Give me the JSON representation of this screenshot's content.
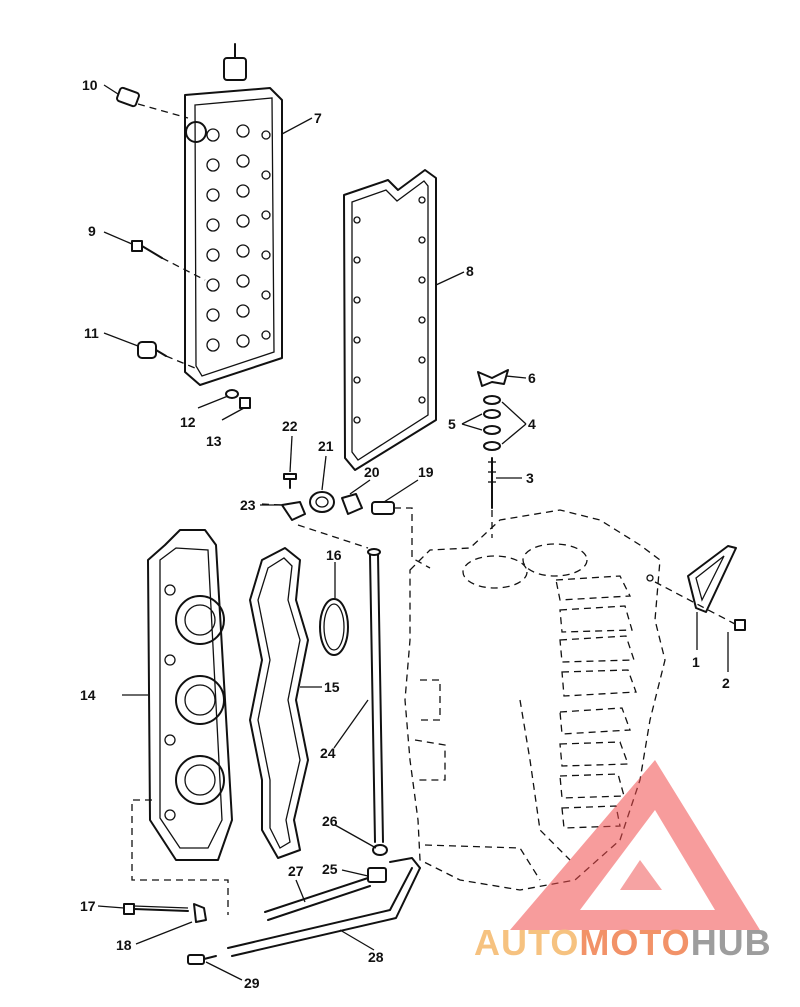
{
  "diagram": {
    "callouts": [
      "1",
      "2",
      "3",
      "4",
      "5",
      "6",
      "7",
      "8",
      "9",
      "10",
      "11",
      "12",
      "13",
      "14",
      "15",
      "16",
      "17",
      "18",
      "19",
      "20",
      "21",
      "22",
      "23",
      "24",
      "25",
      "26",
      "27",
      "28",
      "29"
    ]
  },
  "watermark": {
    "part1": "AUTO",
    "part2": "MOTO",
    "part3": "HUB",
    "color_accent": "#ef4b4b",
    "color_light": "#f5a623",
    "color_gray": "#8c8c8c"
  }
}
